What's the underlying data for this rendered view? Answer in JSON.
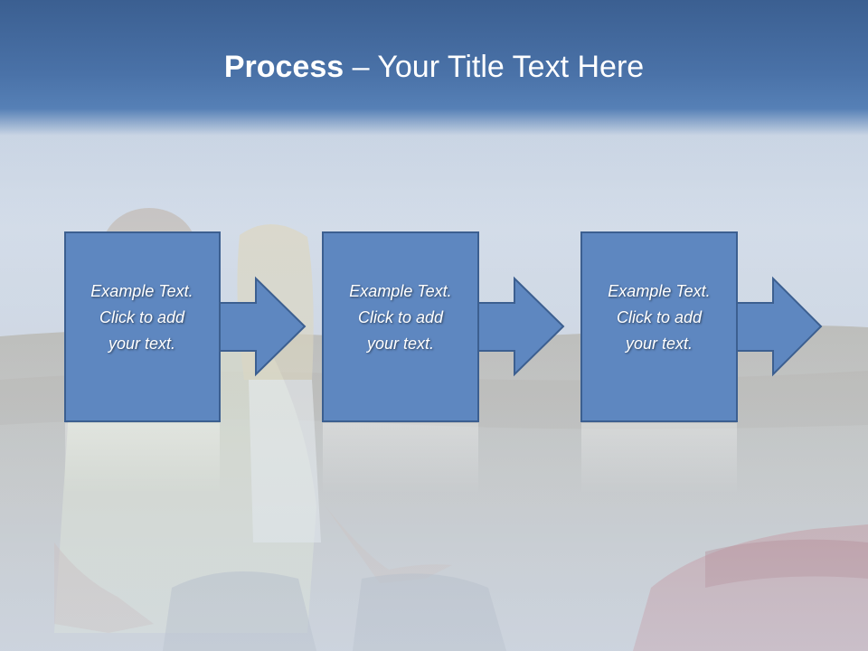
{
  "slide": {
    "title_bold": "Process",
    "title_rest": " – Your Title Text Here"
  },
  "steps": [
    {
      "line1": "Example Text.",
      "line2": "Click  to add",
      "line3": "your text."
    },
    {
      "line1": "Example Text.",
      "line2": "Click  to add",
      "line3": "your text."
    },
    {
      "line1": "Example Text.",
      "line2": "Click  to add",
      "line3": "your text."
    }
  ],
  "colors": {
    "header": "#4a72a8",
    "box_fill": "#5e87c0",
    "box_border": "#3c5f90",
    "text": "#ffffff"
  }
}
